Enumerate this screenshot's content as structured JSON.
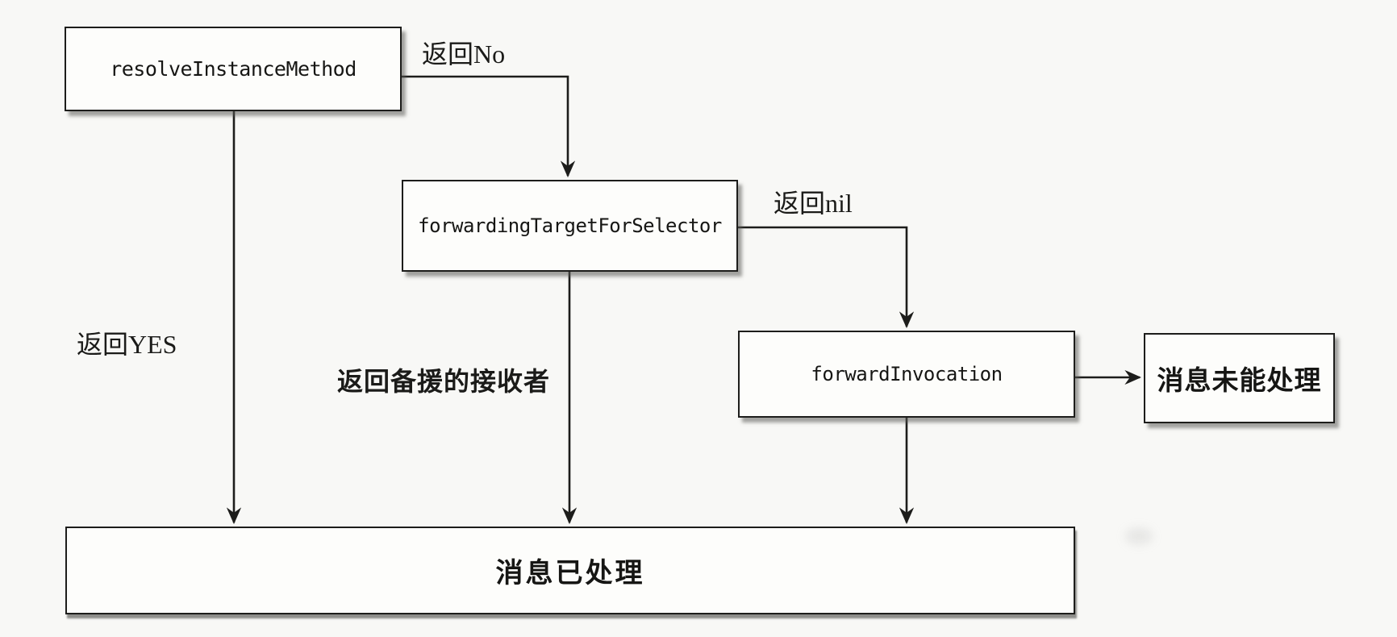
{
  "diagram": {
    "type": "flowchart",
    "topic": "Objective-C message forwarding flow",
    "nodes": [
      {
        "id": "resolve-instance-method",
        "label": "resolveInstanceMethod",
        "style": "code"
      },
      {
        "id": "forwarding-target-for-selector",
        "label": "forwardingTargetForSelector",
        "style": "code"
      },
      {
        "id": "forward-invocation",
        "label": "forwardInvocation",
        "style": "code"
      },
      {
        "id": "message-not-handled",
        "label": "消息未能处理",
        "style": "text"
      },
      {
        "id": "message-handled",
        "label": "消息已处理",
        "style": "text"
      }
    ],
    "edge_labels": [
      {
        "id": "return-no",
        "label": "返回No",
        "from": "resolve-instance-method",
        "to": "forwarding-target-for-selector"
      },
      {
        "id": "return-nil",
        "label": "返回nil",
        "from": "forwarding-target-for-selector",
        "to": "forward-invocation"
      },
      {
        "id": "return-yes",
        "label": "返回YES",
        "from": "resolve-instance-method",
        "to": "message-handled"
      },
      {
        "id": "return-backup-receiver",
        "label": "返回备援的接收者",
        "from": "forwarding-target-for-selector",
        "to": "message-handled"
      }
    ],
    "colors": {
      "background": "#f8f8f6",
      "box_fill": "#fdfdfb",
      "box_border": "#1d1d1b",
      "line": "#1d1d1b",
      "text": "#161614"
    }
  }
}
